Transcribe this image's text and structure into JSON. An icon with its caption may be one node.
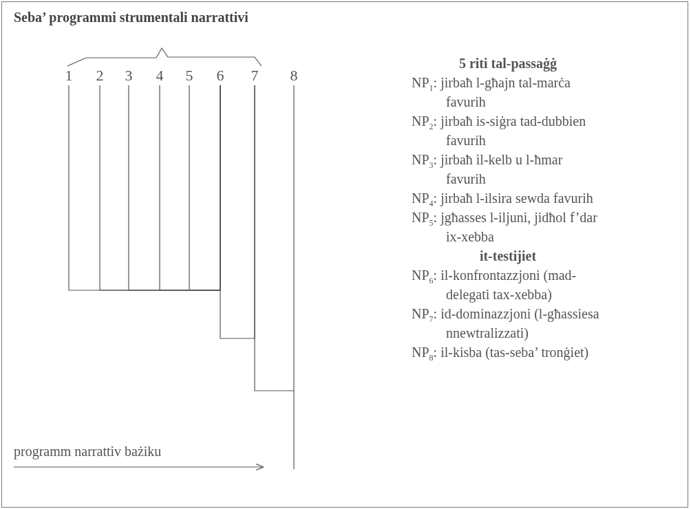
{
  "diagram": {
    "title": "Seba’ programmi strumentali narrattivi",
    "nodes": [
      {
        "text": [
          "1"
        ]
      },
      {
        "text": [
          "2"
        ]
      },
      {
        "text": [
          "3"
        ]
      },
      {
        "text": [
          "4"
        ]
      },
      {
        "text": [
          "5"
        ]
      },
      {
        "text": [
          "6"
        ]
      },
      {
        "text": [
          "7"
        ]
      },
      {
        "text": [
          "8"
        ]
      }
    ],
    "edges": [
      {
        "from": 0,
        "to": 5,
        "arrow": "none"
      },
      {
        "from": 1,
        "to": 5,
        "arrow": "none"
      },
      {
        "from": 2,
        "to": 5,
        "arrow": "none"
      },
      {
        "from": 3,
        "to": 5,
        "arrow": "none"
      },
      {
        "from": 4,
        "to": 5,
        "arrow": "none"
      },
      {
        "from": 5,
        "to": 6,
        "arrow": "none"
      },
      {
        "from": 6,
        "to": 7,
        "arrow": "none"
      }
    ],
    "labels": [
      "5 riti tal-passaġġ",
      "NP$_{1}$: jirbaħ l-għajn tal-marċa favurih",
      "NP$_{2}$: jirbaħ is-siġra tad-dubbien favurih",
      "NP$_{3}$: jirbaħ il-kelb u l-ħmar favurih",
      "NP$_{4}$: jirbaħ l-ilsira sewda favurih",
      "NP$_{5}$: jgħasses l-iljuni, jidħol f’dar ix-xebba",
      "it-testijiet",
      "NP$_{6}$: il-konfrontazzjoni (mad-delegati tax-xebba)",
      "NP$_{7}$: id-dominazzjoni (l-għassiesa nnewtralizzati)",
      "NP$_{8}$: il-kisba (tas-seba’ tronġiet)",
      "programm narrattiv bażiku"
    ]
  }
}
